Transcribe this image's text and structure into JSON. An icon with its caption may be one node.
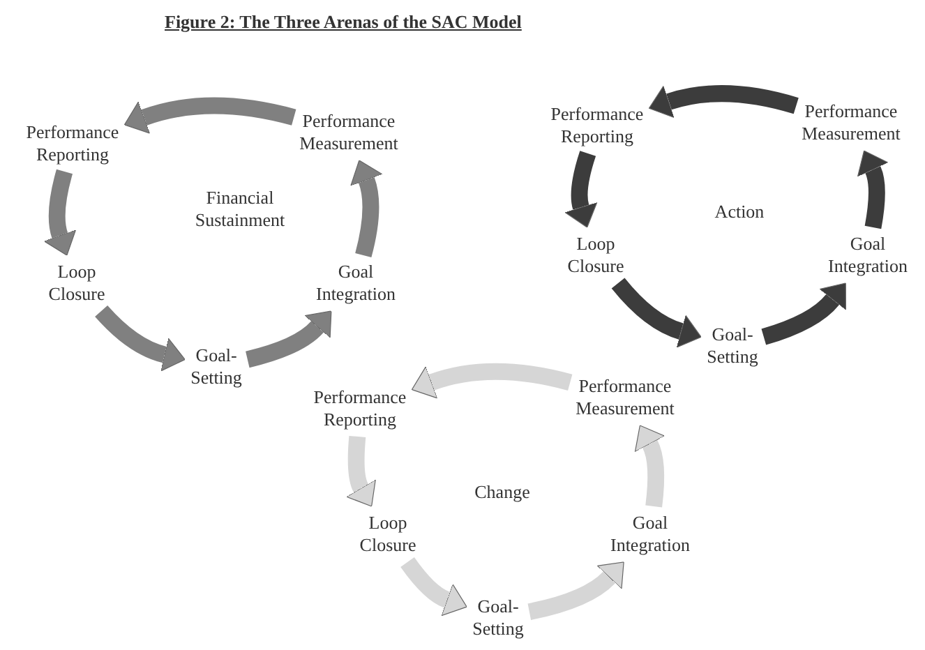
{
  "diagram": {
    "title": "Figure 2:  The Three Arenas of the SAC Model",
    "nodes": [
      {
        "text": [
          "Performance Measurement"
        ]
      },
      {
        "text": [
          "Performance Reporting"
        ]
      },
      {
        "text": [
          "Loop Closure"
        ]
      },
      {
        "text": [
          "Goal-Setting"
        ]
      },
      {
        "text": [
          "Goal Integration"
        ]
      },
      {
        "text": [
          "Performance Measurement"
        ]
      },
      {
        "text": [
          "Performance Reporting"
        ]
      },
      {
        "text": [
          "Loop Closure"
        ]
      },
      {
        "text": [
          "Goal-Setting"
        ]
      },
      {
        "text": [
          "Goal Integration"
        ]
      },
      {
        "text": [
          "Performance Measurement"
        ]
      },
      {
        "text": [
          "Performance Reporting"
        ]
      },
      {
        "text": [
          "Loop Closure"
        ]
      },
      {
        "text": [
          "Goal-Setting"
        ]
      },
      {
        "text": [
          "Goal Integration"
        ]
      }
    ],
    "edges": [
      {
        "from": 0,
        "to": 1,
        "arrow": "to",
        "color": "#808080"
      },
      {
        "from": 1,
        "to": 2,
        "arrow": "to",
        "color": "#808080"
      },
      {
        "from": 2,
        "to": 3,
        "arrow": "to",
        "color": "#808080"
      },
      {
        "from": 3,
        "to": 4,
        "arrow": "to",
        "color": "#808080"
      },
      {
        "from": 4,
        "to": 0,
        "arrow": "to",
        "color": "#808080"
      },
      {
        "from": 5,
        "to": 6,
        "arrow": "to",
        "color": "#3c3c3c"
      },
      {
        "from": 6,
        "to": 7,
        "arrow": "to",
        "color": "#3c3c3c"
      },
      {
        "from": 7,
        "to": 8,
        "arrow": "to",
        "color": "#3c3c3c"
      },
      {
        "from": 8,
        "to": 9,
        "arrow": "to",
        "color": "#3c3c3c"
      },
      {
        "from": 9,
        "to": 5,
        "arrow": "to",
        "color": "#3c3c3c"
      },
      {
        "from": 10,
        "to": 11,
        "arrow": "to",
        "color": "#d6d6d6"
      },
      {
        "from": 11,
        "to": 12,
        "arrow": "to",
        "color": "#d6d6d6"
      },
      {
        "from": 12,
        "to": 13,
        "arrow": "to",
        "color": "#d6d6d6"
      },
      {
        "from": 13,
        "to": 14,
        "arrow": "to",
        "color": "#d6d6d6"
      },
      {
        "from": 14,
        "to": 10,
        "arrow": "to",
        "color": "#d6d6d6"
      }
    ],
    "labels": [
      "Financial Sustainment",
      "Action",
      "Change"
    ]
  }
}
